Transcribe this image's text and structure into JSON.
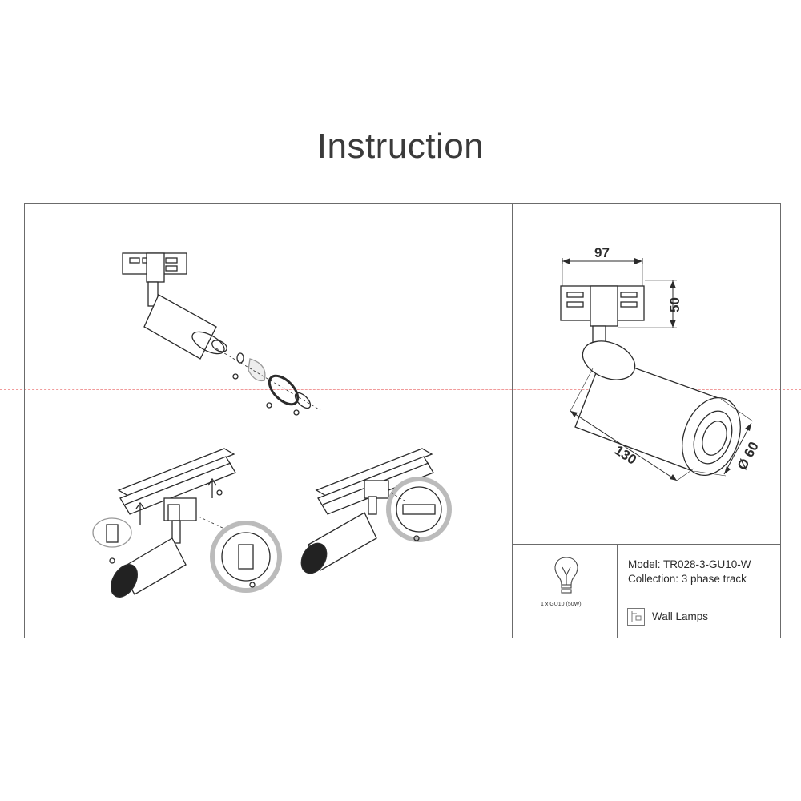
{
  "page": {
    "title": "Instruction"
  },
  "dimensions": {
    "width_label": "97",
    "height_label": "50",
    "length_label": "130",
    "diameter_label": "Ø 60"
  },
  "bulb": {
    "caption": "1 x GU10 (50W)",
    "icon": "lightbulb-icon"
  },
  "product": {
    "model": "Model: TR028-3-GU10-W",
    "collection": "Collection: 3 phase track",
    "category": "Wall Lamps",
    "category_icon": "wall-lamp-icon"
  },
  "colors": {
    "line": "#2b2b2b",
    "frame": "#6b6b6b",
    "guide": "#f19a9a"
  }
}
